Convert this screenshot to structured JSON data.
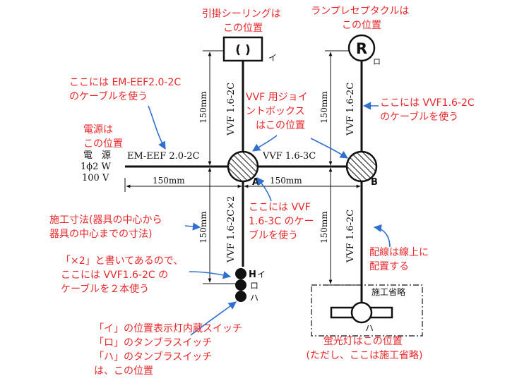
{
  "annotations": {
    "ceiling_rosette": [
      "引掛シーリングは",
      "この位置"
    ],
    "receptacle": [
      "ランプレセプタクルは",
      "この位置"
    ],
    "eef_cable": [
      "ここには EM-EEF2.0-2C",
      "のケーブルを使う"
    ],
    "joint_box": [
      "VVF 用ジョイ",
      "ントボックス",
      "はこの位置"
    ],
    "vvf_upper_right": [
      "ここには VVF1.6-2C",
      "のケーブルを使う"
    ],
    "power_position": [
      "電源は",
      "この位置"
    ],
    "dimension_rule": [
      "施工寸法(器具の中心から",
      "器具の中心までの寸法)"
    ],
    "vvf_3c": [
      "ここには VVF",
      "1.6-3C のケー",
      "ブルを使う"
    ],
    "times_two": [
      "「×2」と書いてあるので、",
      "ここには VVF1.6-2C の",
      "ケーブルを２本使う"
    ],
    "wiring_on_line": [
      "配線は線上に",
      "配置する"
    ],
    "switches": [
      "「イ」の位置表示灯内蔵スイッチ",
      "「ロ」のタンブラスイッチ",
      "「ハ」のタンブラスイッチ",
      "は、この位置"
    ],
    "fluorescent": [
      "蛍光灯はこの位置",
      "(ただし、ここは施工省略)"
    ]
  },
  "labels": {
    "rosette_symbol": "( )",
    "receptacle_symbol": "R",
    "i": "イ",
    "ro": "ロ",
    "ha": "ハ",
    "power_source_1": "電　源",
    "power_source_2": "1ϕ2 W",
    "power_source_3": "100 V",
    "cable_eef": "EM-EEF 2.0-2C",
    "cable_3c": "VVF 1.6-3C",
    "cable_2c": "VVF 1.6-2C",
    "cable_2c_x2": "VVF 1.6-2C×2",
    "box_a": "A",
    "box_b": "B",
    "dim_150": "150mm",
    "switch_h": "H",
    "switch_i": "イ",
    "switch_ro": "ロ",
    "switch_ha": "ハ",
    "construction_omitted": "施工省略",
    "fluor_ha": "ハ"
  },
  "colors": {
    "annotation_text": "#e8262a",
    "arrow": "#2f6fd0",
    "line": "#111111"
  }
}
